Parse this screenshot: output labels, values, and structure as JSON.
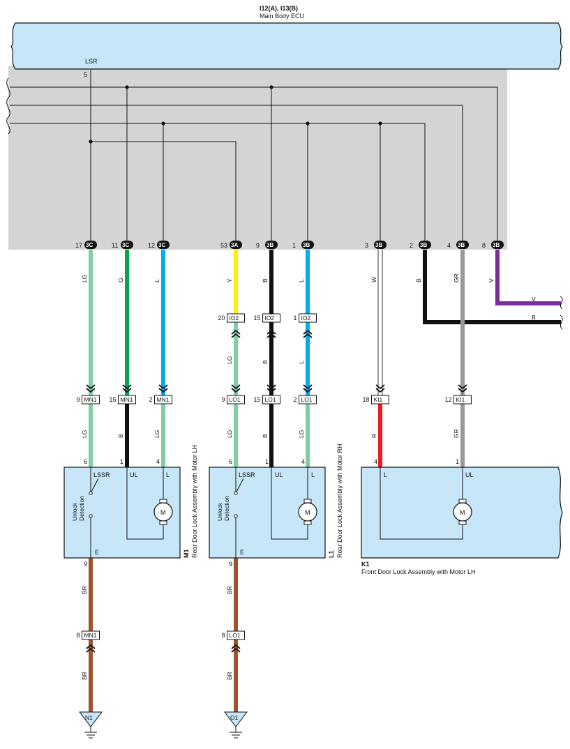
{
  "ecu": {
    "code": "I12(A), I13(B)",
    "name": "Main Body ECU",
    "signal": "LSR",
    "signal_pin": "5",
    "pins": [
      {
        "pin": "17",
        "conn": "3C"
      },
      {
        "pin": "11",
        "conn": "3C"
      },
      {
        "pin": "12",
        "conn": "3C"
      },
      {
        "pin": "53",
        "conn": "3A"
      },
      {
        "pin": "9",
        "conn": "3B"
      },
      {
        "pin": "1",
        "conn": "3B"
      },
      {
        "pin": "3",
        "conn": "3B"
      },
      {
        "pin": "2",
        "conn": "3B"
      },
      {
        "pin": "4",
        "conn": "3B"
      },
      {
        "pin": "8",
        "conn": "3B"
      }
    ]
  },
  "wire_colors": {
    "LG": "#7fcfa3",
    "G": "#00a651",
    "L": "#00aeef",
    "Y": "#fff200",
    "B": "#111111",
    "W": "#ffffff",
    "GR": "#999999",
    "V": "#7b2d9b",
    "R": "#ed1c24",
    "BR": "#a0522d"
  },
  "wires": [
    {
      "top": "LG",
      "bottom": "LG"
    },
    {
      "top": "G",
      "bottom": "B"
    },
    {
      "top": "L",
      "bottom": "LG"
    },
    {
      "top": "Y",
      "mid": "LG",
      "bottom": "LG"
    },
    {
      "top": "B",
      "mid": "B",
      "bottom": "B"
    },
    {
      "top": "L",
      "mid": "L",
      "bottom": "LG"
    },
    {
      "top": "W",
      "bottom": "R"
    },
    {
      "top": "B"
    },
    {
      "top": "GR",
      "bottom": "GR"
    },
    {
      "top": "V"
    }
  ],
  "exit_labels": [
    "V",
    "B"
  ],
  "io2": [
    {
      "pin": "20",
      "name": "IO2"
    },
    {
      "pin": "15",
      "name": "IO2"
    },
    {
      "pin": "1",
      "name": "IO2"
    }
  ],
  "lower_connectors": [
    {
      "pin": "9",
      "name": "MN1"
    },
    {
      "pin": "15",
      "name": "MN1"
    },
    {
      "pin": "2",
      "name": "MN1"
    },
    {
      "pin": "9",
      "name": "LO1"
    },
    {
      "pin": "15",
      "name": "LO1"
    },
    {
      "pin": "2",
      "name": "LO1"
    },
    {
      "pin": "18",
      "name": "KI1"
    },
    {
      "pin": "12",
      "name": "KI1"
    }
  ],
  "m1": {
    "code": "M1",
    "name": "Rear Door Lock Assembly with Motor LH",
    "terminals": [
      {
        "pin": "6",
        "label": "LSSR"
      },
      {
        "pin": "1",
        "label": "UL"
      },
      {
        "pin": "4",
        "label": "L"
      }
    ],
    "switch_label": [
      "Unlock",
      "Detection"
    ],
    "ground_term": {
      "pin": "9",
      "label": "E"
    },
    "motor": "M",
    "ground_wire": "BR",
    "ground_conn": {
      "pin": "8",
      "name": "MN1"
    },
    "ground_point": "N1"
  },
  "l1": {
    "code": "L1",
    "name": "Rear Door Lock Assembly with Motor RH",
    "terminals": [
      {
        "pin": "6",
        "label": "LSSR"
      },
      {
        "pin": "1",
        "label": "UL"
      },
      {
        "pin": "4",
        "label": "L"
      }
    ],
    "switch_label": [
      "Unlock",
      "Detection"
    ],
    "ground_term": {
      "pin": "9",
      "label": "E"
    },
    "motor": "M",
    "ground_wire": "BR",
    "ground_conn": {
      "pin": "8",
      "name": "LO1"
    },
    "ground_point": "O1"
  },
  "k1": {
    "code": "K1",
    "name": "Front Door Lock Assembly with Motor LH",
    "terminals": [
      {
        "pin": "4",
        "label": "L"
      },
      {
        "pin": "1",
        "label": "UL"
      }
    ],
    "motor": "M"
  }
}
